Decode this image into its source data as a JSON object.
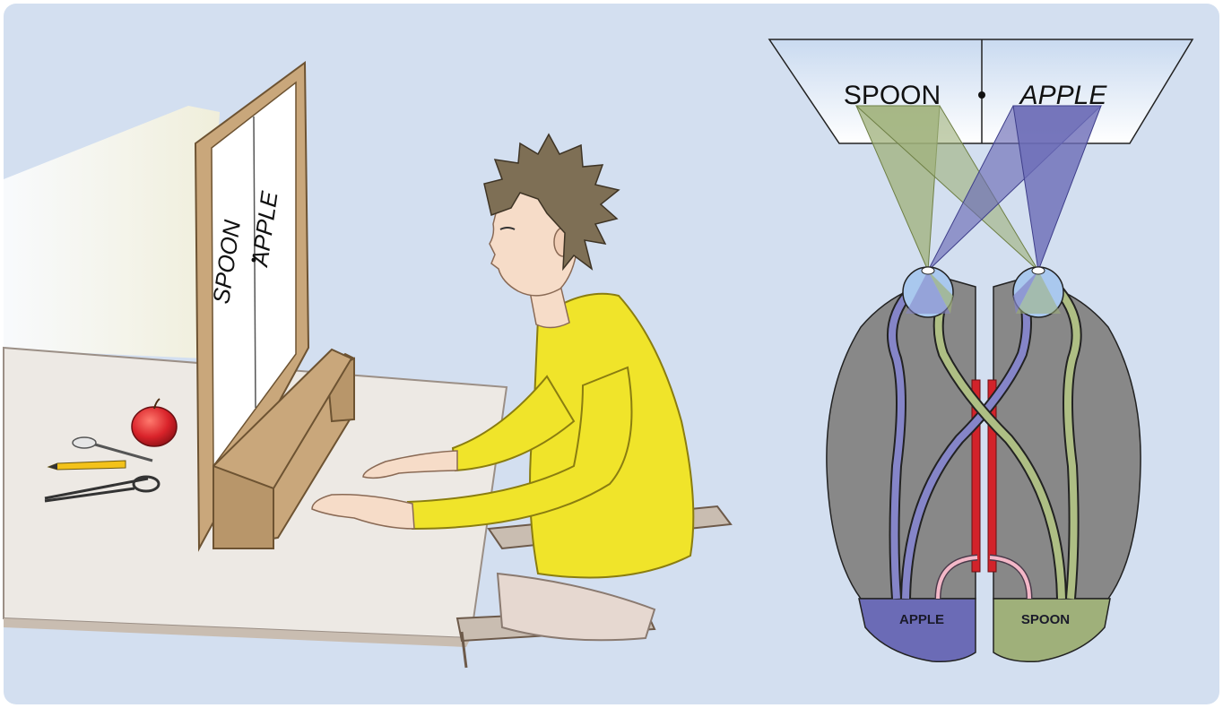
{
  "colors": {
    "panel_bg": "#d3dff0",
    "visual_field_left": "#9fb07a",
    "visual_field_right": "#6b6bb6",
    "brain": "#888888",
    "corpus_callosum": "#d2232a",
    "commissure_link": "#f4b8c8",
    "shirt": "#f0e42a",
    "apple": "#d9232a"
  },
  "scene": {
    "screen_left_word": "SPOON",
    "screen_right_word": "APPLE",
    "objects_on_table": [
      "apple-icon",
      "spoon-icon",
      "pencil-icon",
      "scissors-icon"
    ]
  },
  "diagram": {
    "screen_left_word": "SPOON",
    "screen_right_word": "APPLE",
    "left_lobe_label": "APPLE",
    "right_lobe_label": "SPOON"
  }
}
